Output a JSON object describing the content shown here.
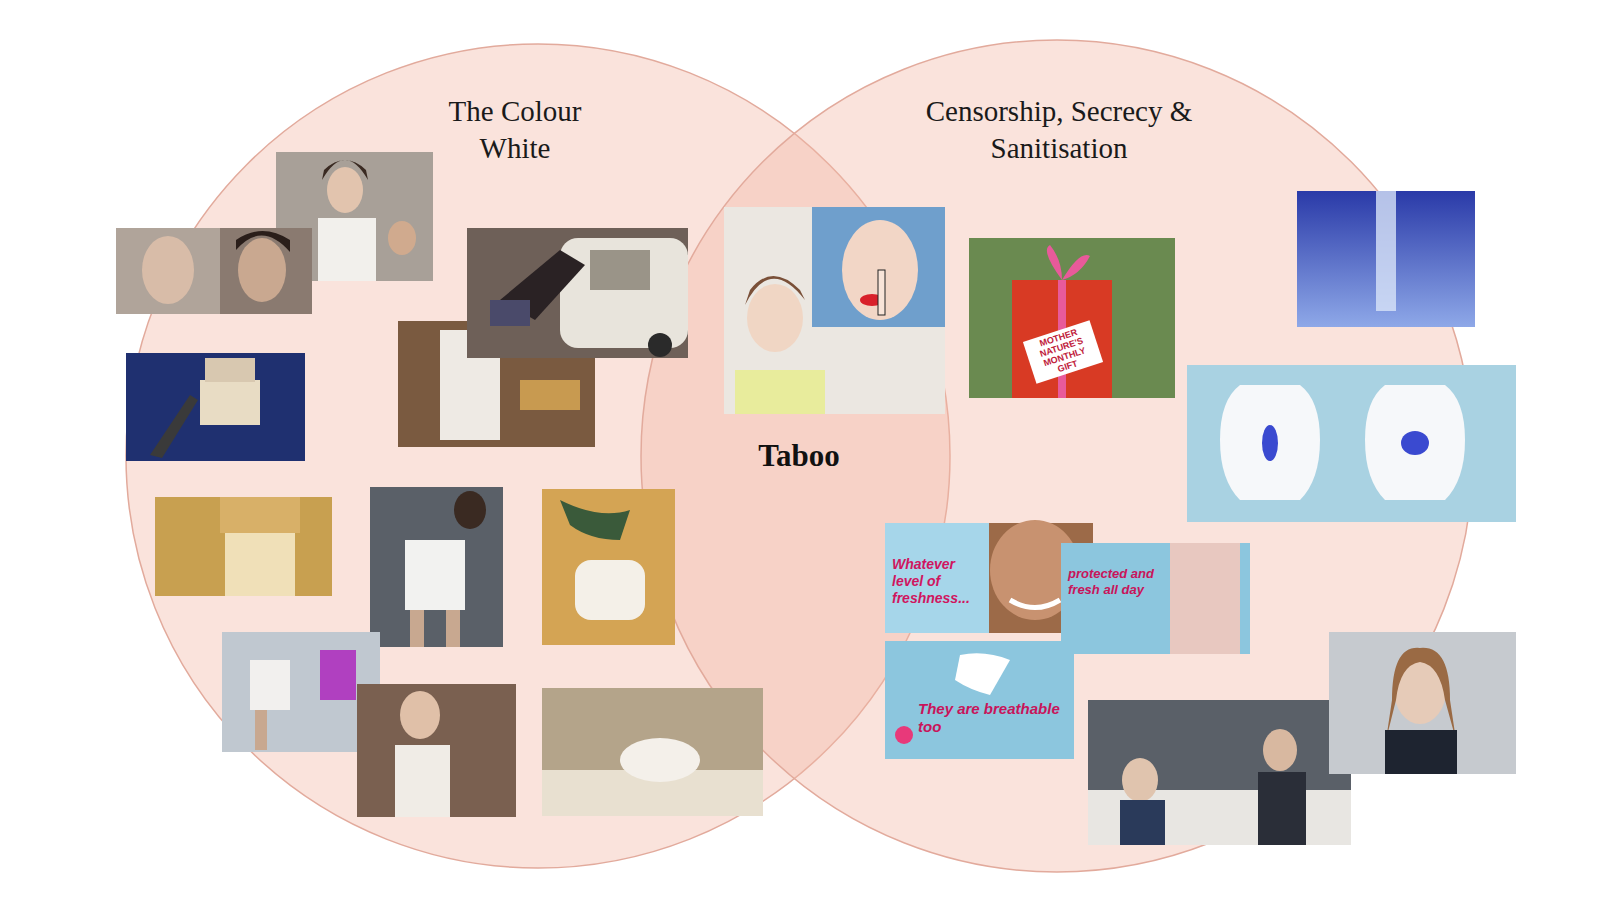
{
  "diagram": {
    "nodes": [
      {
        "text": [
          "The Colour White"
        ]
      },
      {
        "text": [
          "Censorship, Secrecy & Sanitisation"
        ]
      }
    ],
    "labels": [
      "Taboo",
      "MOTHER NATURE'S MONTHLY GIFT",
      "Whatever level of freshness...",
      "protected and fresh all day",
      "They are breathable too"
    ]
  }
}
